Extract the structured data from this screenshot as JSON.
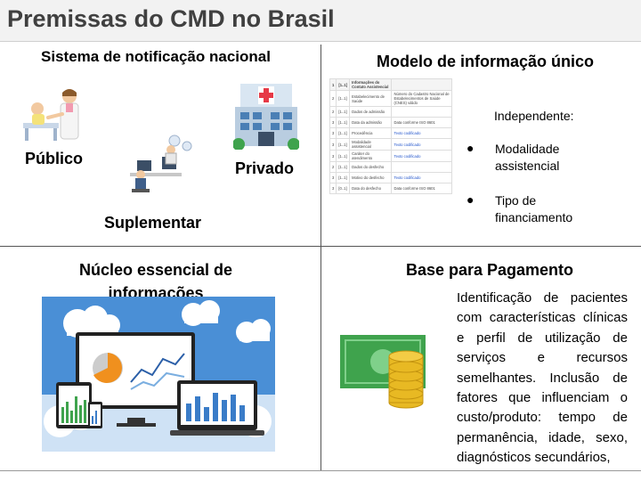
{
  "slide": {
    "title": "Premissas do CMD no Brasil"
  },
  "q1": {
    "title": "Sistema de notificação nacional",
    "labels": {
      "publico": "Público",
      "privado": "Privado",
      "suplementar": "Suplementar"
    }
  },
  "q2": {
    "title": "Modelo de informação único",
    "table": {
      "header": [
        "1",
        "[1..1]",
        "Informações do Contato Assistencial",
        ""
      ],
      "rows": [
        [
          "2",
          "[1..1]",
          "Estabelecimento de Saúde",
          "Número do Cadastro Nacional de Estabelecimentos de Saúde (CNES) válido"
        ],
        [
          "2",
          "[1..1]",
          "Dados de admissão",
          ""
        ],
        [
          "3",
          "[1..1]",
          "Data da admissão",
          "Data conforme ISO 8601"
        ],
        [
          "3",
          "[1..1]",
          "Procedência",
          "Texto codificado"
        ],
        [
          "3",
          "[1..1]",
          "Modalidade assistencial",
          "Texto codificado"
        ],
        [
          "3",
          "[1..1]",
          "Caráter do atendimento",
          "Texto codificado"
        ],
        [
          "2",
          "[1..1]",
          "Dados do desfecho",
          ""
        ],
        [
          "3",
          "[1..1]",
          "Motivo do desfecho",
          "Texto codificado"
        ],
        [
          "3",
          "[0..1]",
          "Data do desfecho",
          "Data conforme ISO 8601"
        ]
      ]
    },
    "independent_label": "Independente:",
    "bullets": [
      "Modalidade assistencial",
      "Tipo de financiamento"
    ]
  },
  "q3": {
    "title": "Núcleo essencial de informações"
  },
  "q4": {
    "title": "Base para Pagamento",
    "text": "Identificação de pacientes com características clínicas e perfil de utilização de serviços e recursos semelhantes. Inclusão de fatores que influenciam o custo/produto: tempo de permanência, idade, sexo, diagnósticos secundários,"
  },
  "colors": {
    "title_text": "#404040",
    "sky": "#4a8fd6",
    "money": "#3fa34d",
    "gold": "#e8b923",
    "chart_orange": "#f0901e",
    "hospital_cross": "#e63946"
  }
}
